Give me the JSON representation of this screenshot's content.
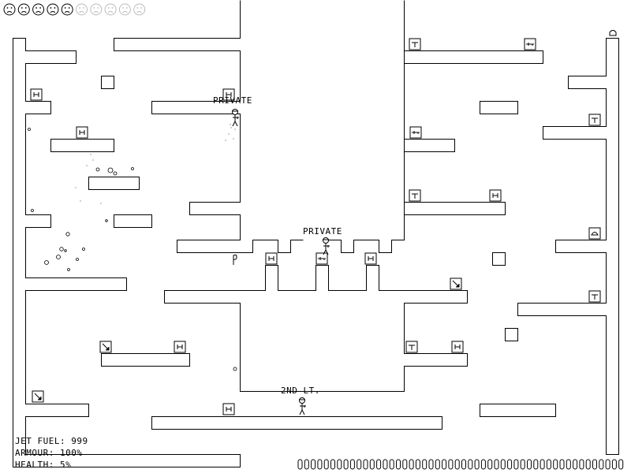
{
  "lives": {
    "total": 10,
    "remaining": 5
  },
  "hud": {
    "jet_fuel_label": "JET FUEL:",
    "jet_fuel_value": "999",
    "armour_label": "ARMOUR:",
    "armour_value": "100%",
    "health_label": "HEALTH:",
    "health_value": "5%"
  },
  "soldiers": [
    {
      "rank": "PRIVATE"
    },
    {
      "rank": "PRIVATE"
    },
    {
      "rank": "2ND LT."
    }
  ],
  "pickups": [
    "ammo-crate",
    "ammo-crate",
    "ammo-crate",
    "ammo-crate",
    "ammo-crate",
    "ammo-crate",
    "ammo-crate",
    "ammo-crate",
    "ammo-crate",
    "pistol",
    "pistol",
    "pistol",
    "pistol",
    "pistol",
    "rifle",
    "rifle",
    "rifle",
    "grenade-launcher",
    "grenade-launcher",
    "grenade-launcher",
    "armour-vest",
    "armour-vest",
    "fuel-can",
    "fuel-can"
  ],
  "ammo_belt": {
    "rounds": 50
  },
  "colors": {
    "ink": "#000000",
    "background": "#ffffff",
    "inactive": "#bbbbbb"
  }
}
